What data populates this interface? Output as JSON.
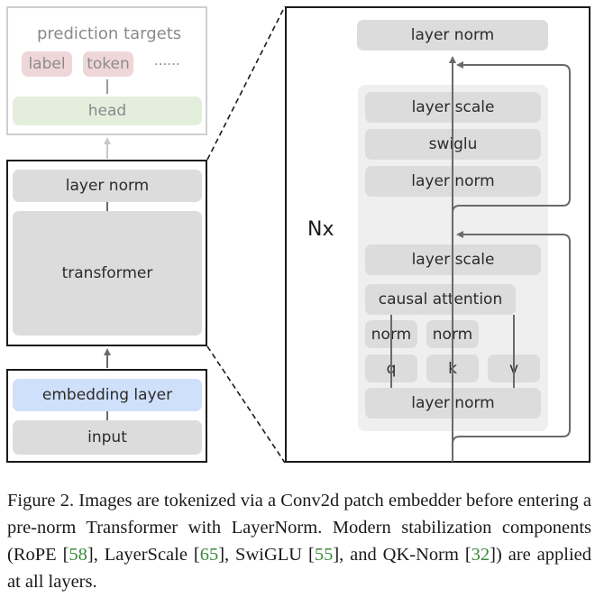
{
  "left": {
    "prediction_targets": "prediction targets",
    "label": "label",
    "token": "token",
    "dots": "......",
    "head": "head",
    "layer_norm": "layer norm",
    "transformer": "transformer",
    "embedding_layer": "embedding layer",
    "input": "input"
  },
  "right": {
    "top_layer_norm": "layer norm",
    "nx": "Nx",
    "layer_scale_1": "layer scale",
    "swiglu": "swiglu",
    "layer_norm_mid": "layer norm",
    "layer_scale_2": "layer scale",
    "causal_attention": "causal attention",
    "norm_q": "norm",
    "norm_k": "norm",
    "q": "q",
    "k": "k",
    "v": "v",
    "bottom_layer_norm": "layer norm"
  },
  "caption": {
    "p1": "Figure 2.  Images are tokenized via a Conv2d patch embedder before entering a pre-norm Transformer with LayerNorm. Modern stabilization components (RoPE [",
    "c1": "58",
    "p2": "], LayerScale [",
    "c2": "65",
    "p3": "], SwiGLU [",
    "c3": "55",
    "p4": "], and QK-Norm [",
    "c4": "32",
    "p5": "]) are applied at all layers."
  },
  "colors": {
    "block_grey": "#dcdcdc",
    "head_green": "#e4eedd",
    "embedding_blue": "#cfe0fb",
    "target_pink": "#efd6d8",
    "citation_green": "#3b8a3b"
  }
}
